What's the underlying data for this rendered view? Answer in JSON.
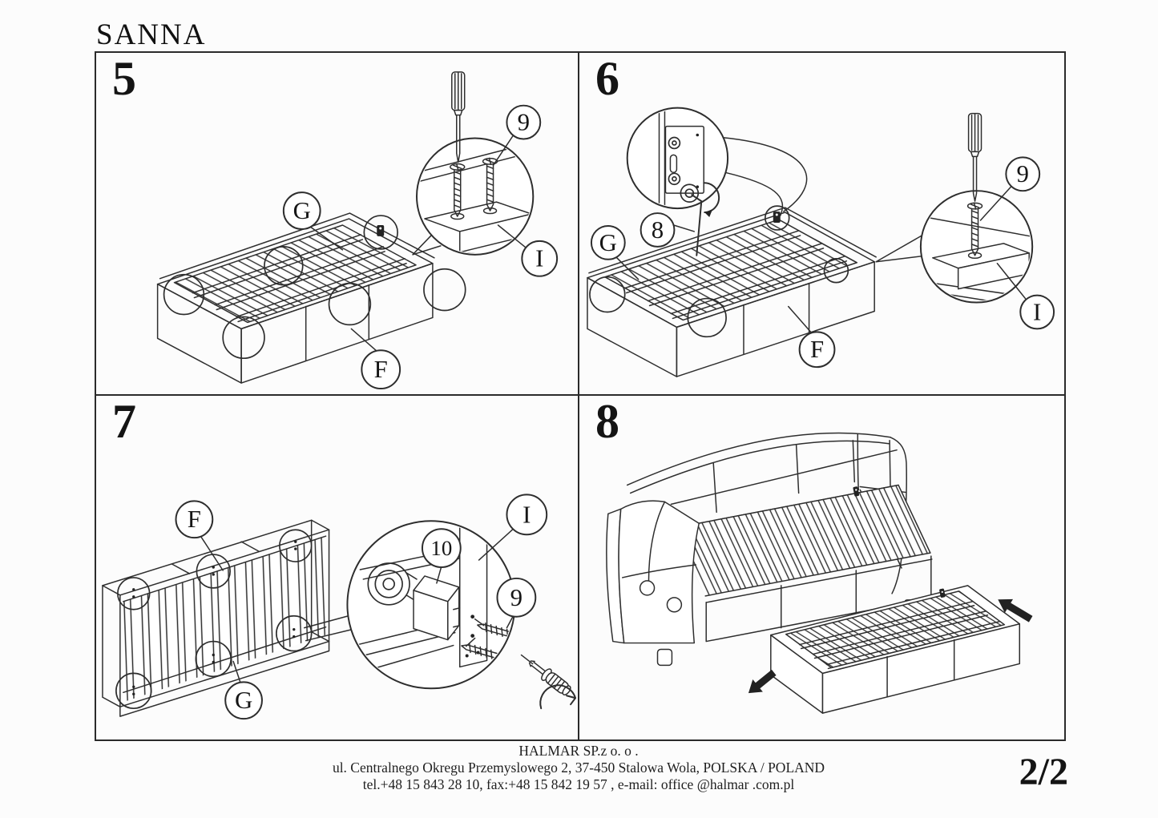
{
  "document": {
    "product_name": "SANNA",
    "page_indicator": "2/2",
    "footer": {
      "company": "HALMAR SP.z o. o .",
      "address": "ul. Centralnego Okregu Przemyslowego 2, 37-450 Stalowa Wola, POLSKA / POLAND",
      "contact": "tel.+48 15 843 28 10, fax:+48 15 842 19 57 , e-mail: office @halmar .com.pl"
    }
  },
  "panels": [
    {
      "step": "5",
      "callouts": {
        "slat_frame": "G",
        "screw": "9",
        "rail": "I",
        "drawer_box": "F"
      }
    },
    {
      "step": "6",
      "callouts": {
        "latch": "8",
        "slat_frame": "G",
        "screw": "9",
        "rail": "I",
        "drawer_box": "F"
      }
    },
    {
      "step": "7",
      "callouts": {
        "drawer_box": "F",
        "wheel_block": "10",
        "rail": "I",
        "screw": "9",
        "slat_frame": "G"
      }
    },
    {
      "step": "8",
      "callouts": {}
    }
  ],
  "colors": {
    "line": "#2e2e2e",
    "paper": "#fcfcfc",
    "arrow": "#222222"
  }
}
